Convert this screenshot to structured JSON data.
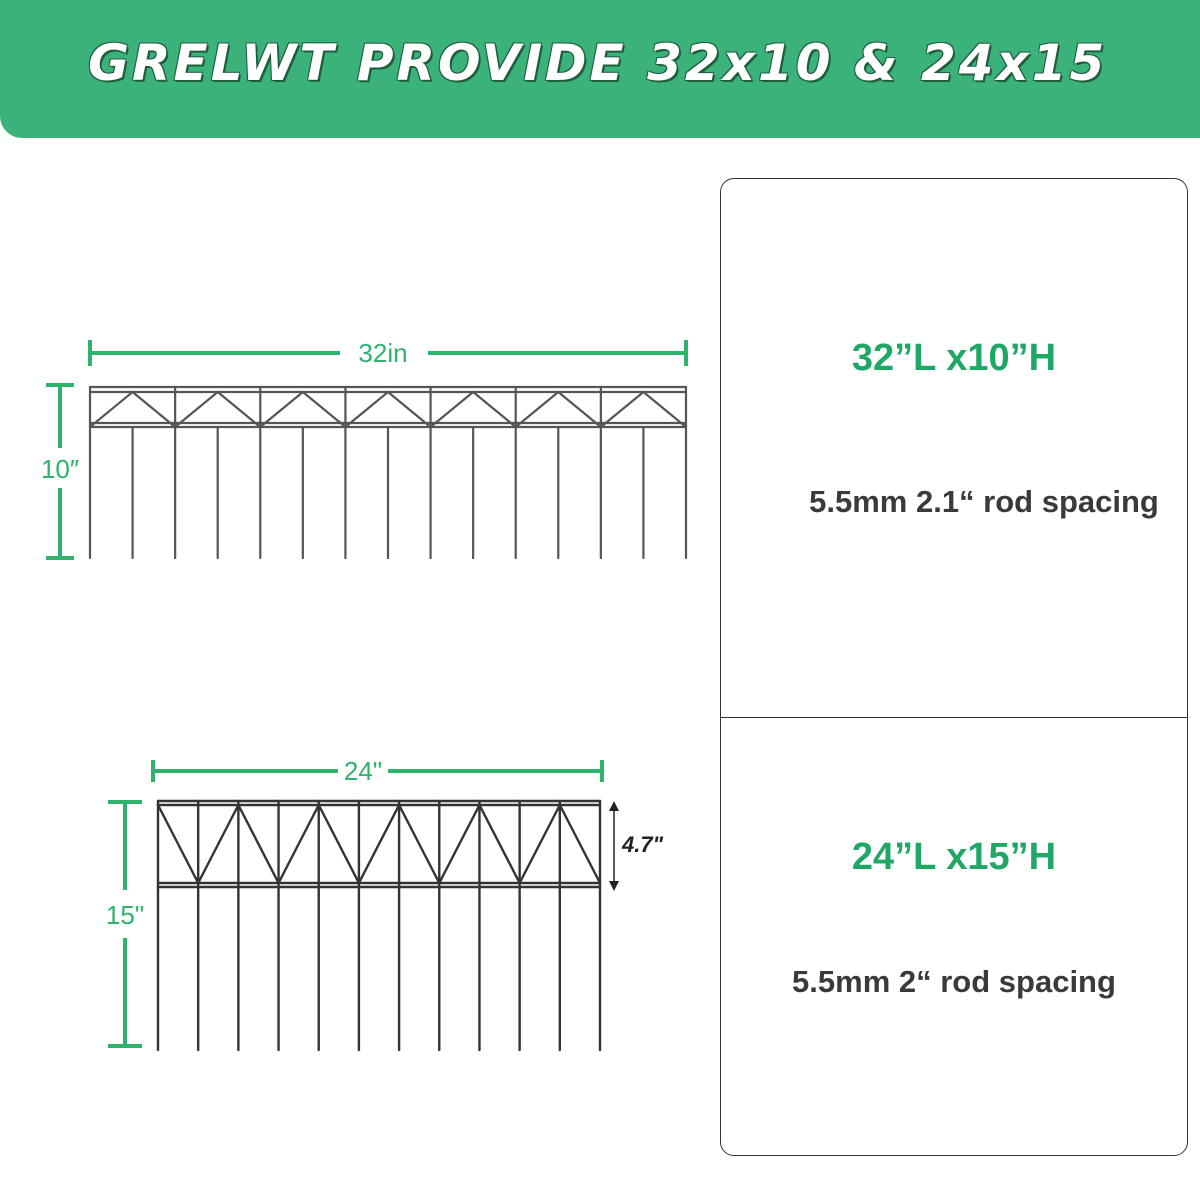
{
  "header": {
    "title": "GRELWT PROVIDE 32x10 & 24x15",
    "background_color": "#3ab27a"
  },
  "fence_small": {
    "width_label": "32in",
    "height_label": "10″"
  },
  "fence_large": {
    "width_label": "24\"",
    "height_label": "15\"",
    "top_section_label": "4.7\""
  },
  "spec_panel": {
    "option_1": {
      "size": "32”L x10”H",
      "spec": "5.5mm 2.1“ rod spacing"
    },
    "option_2": {
      "size": "24”L x15”H",
      "spec": "5.5mm 2“ rod spacing"
    }
  },
  "colors": {
    "accent_green": "#1fa865",
    "dimension_green": "#2db36b",
    "wire": "#444444"
  }
}
